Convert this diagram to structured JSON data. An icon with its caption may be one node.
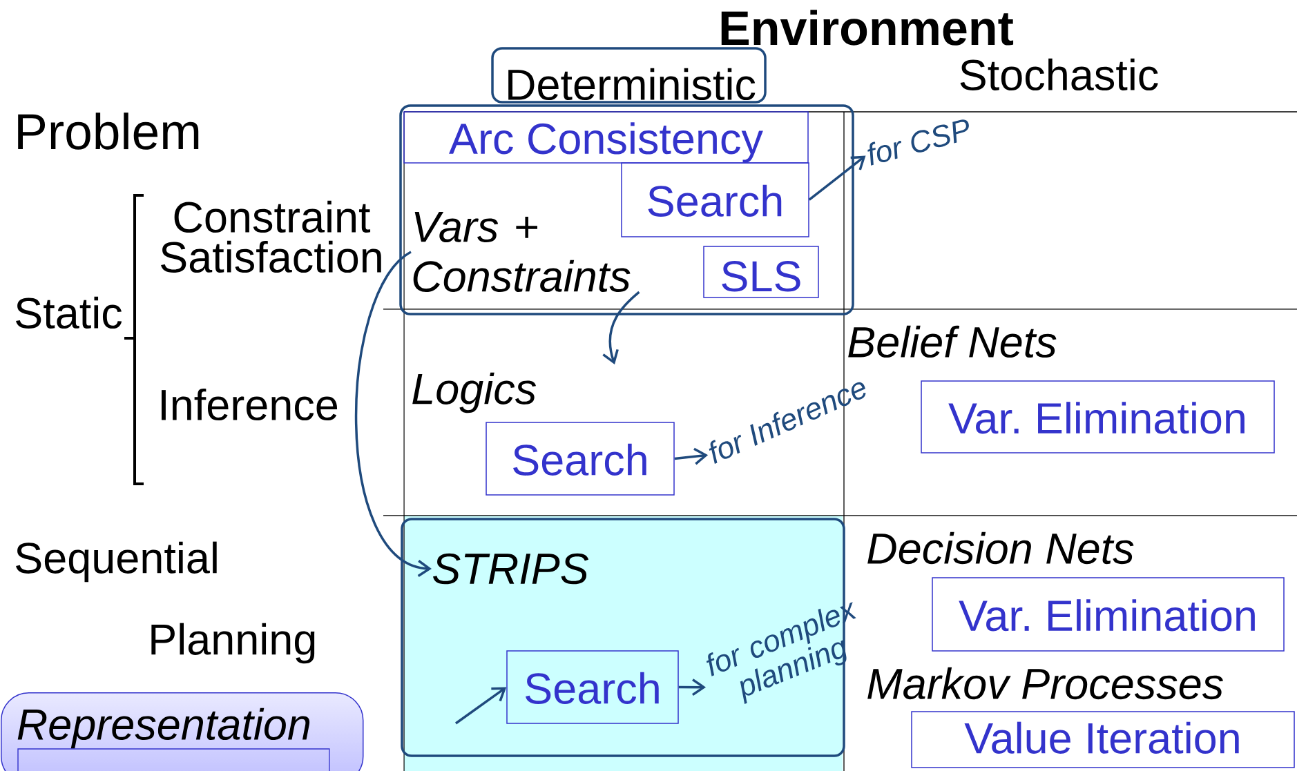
{
  "diagram": {
    "title": "Environment",
    "nodes": [
      {
        "text": [
          "Arc Consistency"
        ]
      },
      {
        "text": [
          "Search"
        ]
      },
      {
        "text": [
          "for CSP"
        ]
      },
      {
        "text": [
          "Vars + Constraints"
        ]
      },
      {
        "text": [
          "SLS"
        ]
      },
      {
        "text": [
          "Search"
        ]
      },
      {
        "text": [
          "for Inference"
        ]
      },
      {
        "text": [
          "Var. Elimination"
        ]
      },
      {
        "text": [
          "STRIPS"
        ]
      },
      {
        "text": [
          "Var. Elimination"
        ]
      },
      {
        "text": [
          "Search"
        ]
      },
      {
        "text": [
          "for complex planning"
        ]
      },
      {
        "text": [
          "Value Iteration"
        ]
      },
      {
        "text": [
          "Representation"
        ]
      },
      {
        "text": [],
        "shape": "box",
        "in": 13
      }
    ],
    "edges": [
      {
        "from": 1,
        "to": 2,
        "arrow": "to"
      },
      {
        "from": 5,
        "to": 6,
        "arrow": "to"
      },
      {
        "from": 10,
        "to": 11,
        "arrow": "to"
      },
      {
        "from": null,
        "to": 10,
        "arrow": "to"
      },
      {
        "from": 3,
        "to": 8,
        "arrow": "to"
      },
      {
        "from": 3,
        "to": null,
        "arrow": "to"
      }
    ],
    "labels": [
      "Deterministic",
      "Stochastic",
      "Problem",
      "Constraint Satisfaction",
      "Static",
      "Belief Nets",
      "Logics",
      "Inference",
      "Decision Nets",
      "Sequential",
      "Planning",
      "Markov Processes"
    ]
  }
}
